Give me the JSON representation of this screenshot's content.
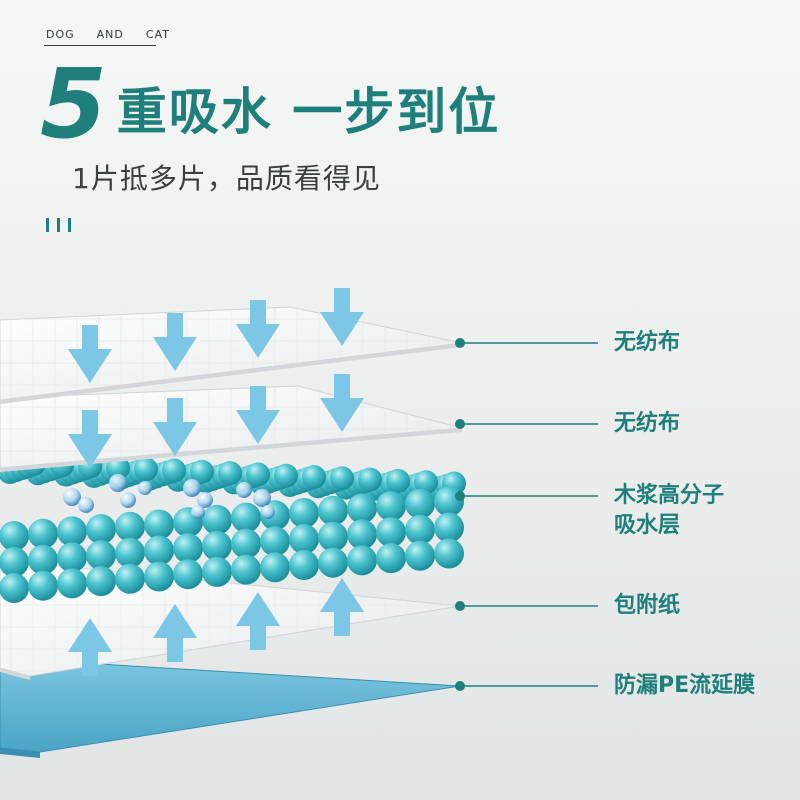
{
  "brand": {
    "words": [
      "DOG",
      "AND",
      "CAT"
    ]
  },
  "headline": {
    "number": "5",
    "text": "重吸水 一步到位"
  },
  "subhead": "1片抵多片，品质看得见",
  "layers": [
    {
      "label": "无纺布"
    },
    {
      "label": "无纺布"
    },
    {
      "label": "木浆高分子\n吸水层"
    },
    {
      "label": "包附纸"
    },
    {
      "label": "防漏PE流延膜"
    }
  ],
  "colors": {
    "accent": "#1f7f7a",
    "arrow": "#7cc7e6",
    "bead": "#4cc4cf",
    "film": "#6cbcd9"
  }
}
